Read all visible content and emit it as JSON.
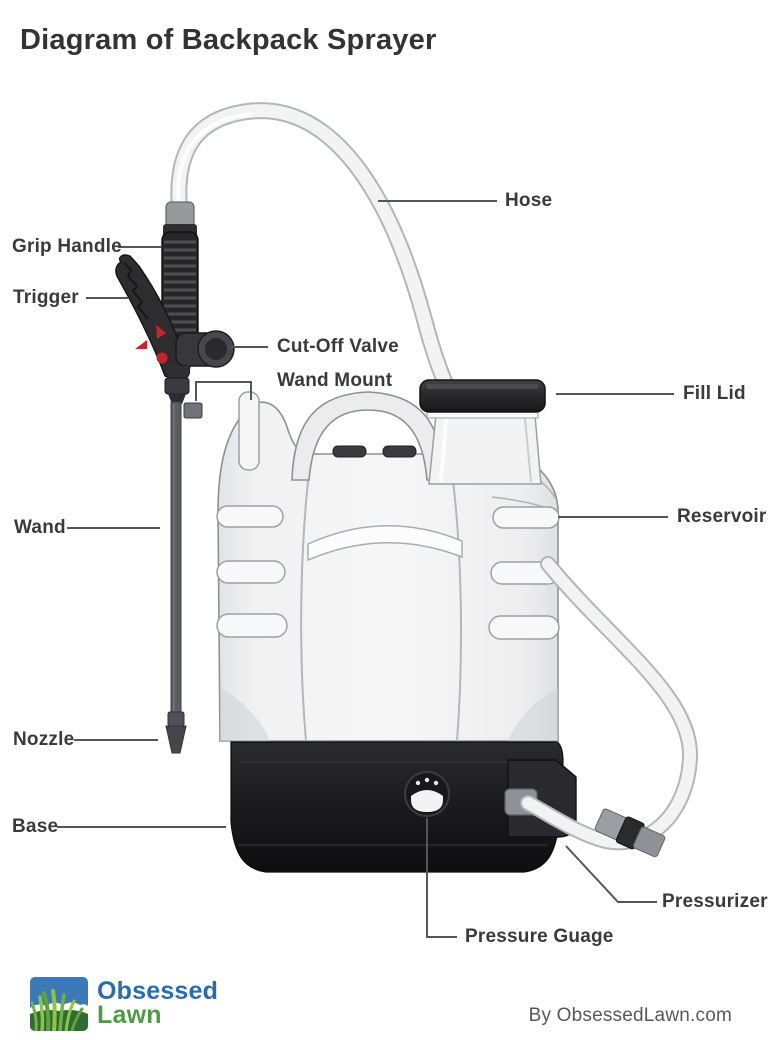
{
  "title": "Diagram of Backpack Sprayer",
  "parts": {
    "grip_handle": "Grip Handle",
    "trigger": "Trigger",
    "cut_off_valve": "Cut-Off Valve",
    "wand_mount": "Wand Mount",
    "wand": "Wand",
    "nozzle": "Nozzle",
    "base": "Base",
    "hose": "Hose",
    "fill_lid": "Fill Lid",
    "reservoir": "Reservoir",
    "pressurizer": "Pressurizer",
    "pressure_gauge": "Pressure Guage"
  },
  "logo": {
    "word1": "Obsessed",
    "word2": "Lawn",
    "icon": "lawn-grass-icon",
    "word1_color": "#2b6cab",
    "word2_color": "#4f9b45"
  },
  "footer": {
    "byline": "By ObsessedLawn.com"
  },
  "colors": {
    "title_text": "#333333",
    "label_text": "#3a3a3b",
    "leader_line": "#55565a",
    "trigger_arrow_red": "#c1272d"
  }
}
